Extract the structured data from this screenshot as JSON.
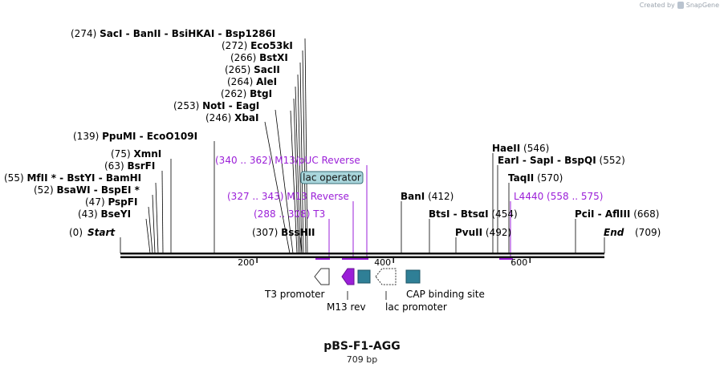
{
  "credit": {
    "text": "Created by",
    "brand": "SnapGene",
    "icon": "snapgene-logo-icon"
  },
  "map": {
    "name": "pBS-F1-AGG",
    "length_label": "709 bp",
    "start_label": "Start",
    "start_pos": "(0)",
    "end_label": "End",
    "end_pos": "(709)",
    "ticks": [
      {
        "label": "200",
        "bp": 200
      },
      {
        "label": "400",
        "bp": 400
      },
      {
        "label": "600",
        "bp": 600
      }
    ],
    "colors": {
      "enzyme_line": "#000000",
      "primer": "#9b1fd8",
      "feature_teal": "#2f7f96",
      "promoter": "#ffffff",
      "operator_fill": "#a9d6dc"
    }
  },
  "enzymes": [
    {
      "pos": "(274)",
      "names": [
        "SacI",
        "BanII",
        "BsiHKAI",
        "Bsp1286I"
      ]
    },
    {
      "pos": "(272)",
      "names": [
        "Eco53kI"
      ]
    },
    {
      "pos": "(266)",
      "names": [
        "BstXI"
      ]
    },
    {
      "pos": "(265)",
      "names": [
        "SacII"
      ]
    },
    {
      "pos": "(264)",
      "names": [
        "AleI"
      ]
    },
    {
      "pos": "(262)",
      "names": [
        "BtgI"
      ]
    },
    {
      "pos": "(253)",
      "names": [
        "NotI",
        "EagI"
      ]
    },
    {
      "pos": "(246)",
      "names": [
        "XbaI"
      ]
    },
    {
      "pos": "(139)",
      "names": [
        "PpuMI",
        "EcoO109I"
      ]
    },
    {
      "pos": "(75)",
      "names": [
        "XmnI"
      ]
    },
    {
      "pos": "(63)",
      "names": [
        "BsrFI"
      ]
    },
    {
      "pos": "(55)",
      "names": [
        "MfII *",
        "BstYI",
        "BamHI"
      ]
    },
    {
      "pos": "(52)",
      "names": [
        "BsaWI",
        "BspEI *"
      ]
    },
    {
      "pos": "(47)",
      "names": [
        "PspFI"
      ]
    },
    {
      "pos": "(43)",
      "names": [
        "BseYI"
      ]
    },
    {
      "pos": "(307)",
      "names": [
        "BssHII"
      ]
    },
    {
      "pos": "(412)",
      "names": [
        "BanI"
      ]
    },
    {
      "pos": "(454)",
      "names": [
        "BtsI",
        "BtsαI"
      ]
    },
    {
      "pos": "(492)",
      "names": [
        "PvuII"
      ]
    },
    {
      "pos": "(546)",
      "names": [
        "HaeII"
      ]
    },
    {
      "pos": "(552)",
      "names": [
        "EarI",
        "SapI",
        "BspQI"
      ]
    },
    {
      "pos": "(570)",
      "names": [
        "TaqII"
      ]
    },
    {
      "pos": "(668)",
      "names": [
        "PciI",
        "AflIII"
      ]
    }
  ],
  "primers": [
    {
      "range": "(340 .. 362)",
      "name": "M13/pUC Reverse"
    },
    {
      "range": "(327 .. 343)",
      "name": "M13 Reverse"
    },
    {
      "range": "(288 .. 308)",
      "name": "T3"
    },
    {
      "range": "(558 .. 575)",
      "name": "L4440"
    }
  ],
  "features": [
    {
      "name": "lac operator"
    },
    {
      "name": "T3 promoter"
    },
    {
      "name": "M13 rev"
    },
    {
      "name": "lac promoter"
    },
    {
      "name": "CAP binding site"
    }
  ]
}
